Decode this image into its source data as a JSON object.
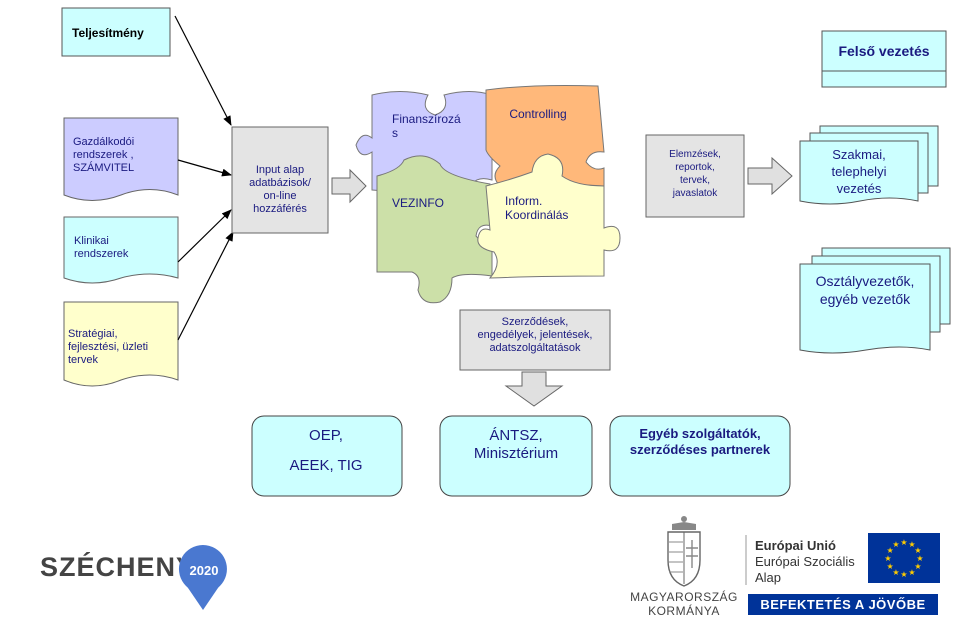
{
  "colors": {
    "lavender": "#ccccff",
    "mint": "#ccffff",
    "cream": "#ffffcc",
    "grey": "#dcdcdc",
    "puzzle_lavender": "#ccccff",
    "puzzle_orange": "#ffb87a",
    "puzzle_green": "#cce0a8",
    "puzzle_cream": "#ffffcc",
    "eu_blue": "#003399",
    "eu_star": "#ffcc00",
    "text_blue": "#1a1a80"
  },
  "top": {
    "performance": "Teljesítmény",
    "top_management": "Felső vezetés"
  },
  "left": {
    "finance_l1": "Gazdálkodói",
    "finance_l2": "rendszerek ,",
    "finance_l3": "SZÁMVITEL",
    "clinical_l1": "Klinikai",
    "clinical_l2": "rendszerek",
    "strategy_l1": "Stratégiai,",
    "strategy_l2": "fejlesztési, üzleti",
    "strategy_l3": "tervek"
  },
  "input": {
    "l1": "Input alap",
    "l2": "adatbázisok/",
    "l3": "on-line",
    "l4": "hozzáférés"
  },
  "puzzle": {
    "financing_l1": "Finanszírozá",
    "financing_l2": "s",
    "controlling": "Controlling",
    "vezinfo": "VEZINFO",
    "coord_l1": "Inform.",
    "coord_l2": "Koordinálás"
  },
  "analysis": {
    "l1": "Elemzések,",
    "l2": "reportok,",
    "l3": "tervek,",
    "l4": "javaslatok"
  },
  "right": {
    "prof_l1": "Szakmai,",
    "prof_l2": "telephelyi",
    "prof_l3": "vezetés",
    "dept_l1": "Osztályvezetők,",
    "dept_l2": "egyéb vezetők"
  },
  "contracts": {
    "l1": "Szerződések,",
    "l2": "engedélyek, jelentések,",
    "l3": "adatszolgáltatások"
  },
  "bottom": {
    "oep": "OEP,",
    "aeek": "AEEK, TIG",
    "antsz_l1": "ÁNTSZ,",
    "antsz_l2": "Minisztérium",
    "other_l1": "Egyéb szolgáltatók,",
    "other_l2": "szerződéses partnerek"
  },
  "footer": {
    "szechenyi": "SZÉCHENYI",
    "szechenyi_year": "2020",
    "hu_l1": "Magyarország",
    "hu_l2": "Kormánya",
    "eu_l1": "Európai Unió",
    "eu_l2": "Európai Szociális",
    "eu_l3": "Alap",
    "invest": "BEFEKTETÉS A JÖVŐBE"
  }
}
